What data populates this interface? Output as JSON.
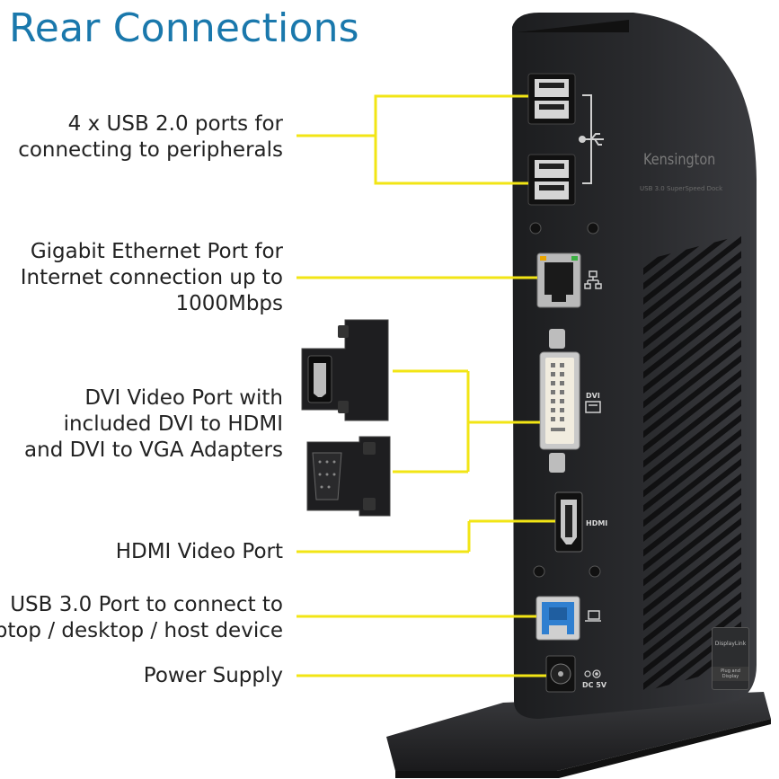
{
  "title": "Rear Connections",
  "callouts": {
    "usb2": [
      "4 x USB 2.0 ports for",
      "connecting to peripherals"
    ],
    "ethernet": [
      "Gigabit Ethernet Port for",
      "Internet connection up to",
      "1000Mbps"
    ],
    "dvi": [
      "DVI Video Port with",
      "included DVI to HDMI",
      "and DVI to VGA Adapters"
    ],
    "hdmi": [
      "HDMI Video Port"
    ],
    "usb3": [
      "USB 3.0 Port to connect to",
      "laptop / desktop / host device"
    ],
    "power": [
      "Power Supply"
    ]
  },
  "device": {
    "brand": "Kensington",
    "subtitle": "USB 3.0 SuperSpeed Dock",
    "port_labels": {
      "dvi": "DVI",
      "hdmi": "HDMI",
      "power": "DC 5V"
    },
    "badge": {
      "line1": "DisplayLink",
      "line2": "Plug and Display"
    }
  },
  "icons": [
    "usb-icon",
    "network-icon",
    "monitor-icon",
    "laptop-icon",
    "dc-polarity-icon"
  ],
  "colors": {
    "title": "#1a78ac",
    "leader_lines": "#f2e515",
    "dock_body": "#26272a",
    "usb3_port": "#2f7fd0"
  }
}
